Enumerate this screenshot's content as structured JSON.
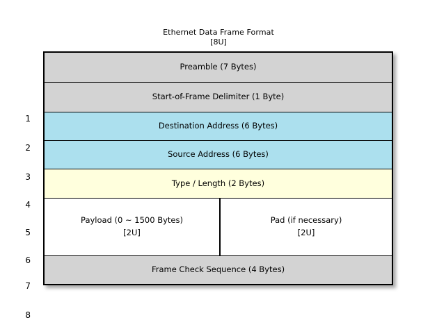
{
  "title": {
    "main": "Ethernet Data Frame Format",
    "sub": "[8U]"
  },
  "colors": {
    "gray": "#d3d3d3",
    "blue": "#ace0ee",
    "yellow": "#ffffdd",
    "white": "#ffffff",
    "border": "#000000",
    "background": "#ffffff"
  },
  "row_numbers": [
    "1",
    "2",
    "3",
    "4",
    "5",
    "6",
    "7",
    "8"
  ],
  "diagram": {
    "type": "frame-format-table",
    "rows": [
      {
        "index": "1",
        "label": "Preamble (7 Bytes)",
        "fill": "gray",
        "split": false
      },
      {
        "index": "2",
        "label": "Start-of-Frame Delimiter (1 Byte)",
        "fill": "gray",
        "split": false
      },
      {
        "index": "3",
        "label": "Destination Address (6 Bytes)",
        "fill": "blue",
        "split": false
      },
      {
        "index": "4",
        "label": "Source Address (6 Bytes)",
        "fill": "blue",
        "split": false
      },
      {
        "index": "5",
        "label": "Type / Length (2 Bytes)",
        "fill": "yellow",
        "split": false
      },
      {
        "index": "6-7",
        "fill": "white",
        "split": true,
        "left": {
          "label": "Payload (0 ~ 1500 Bytes)",
          "sub": "[2U]"
        },
        "right": {
          "label": "Pad (if necessary)",
          "sub": "[2U]"
        }
      },
      {
        "index": "8",
        "label": "Frame Check Sequence (4 Bytes)",
        "fill": "gray",
        "split": false
      }
    ]
  }
}
